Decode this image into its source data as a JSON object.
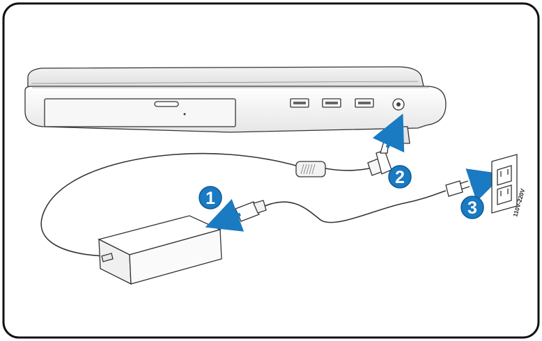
{
  "figure": {
    "description_none": "",
    "steps": [
      {
        "number": "1",
        "target": "power-adapter"
      },
      {
        "number": "2",
        "target": "laptop-dc-in"
      },
      {
        "number": "3",
        "target": "wall-outlet"
      }
    ],
    "outlet_label": "110V-220V",
    "colors": {
      "frame": "#111111",
      "line": "#333333",
      "step_badge": "#1a7ac2",
      "arrow": "#1a7ac2"
    },
    "icons": [
      "laptop-icon",
      "power-adapter-icon",
      "dc-plug-icon",
      "ac-plug-icon",
      "wall-outlet-icon",
      "arrow-icon"
    ]
  }
}
